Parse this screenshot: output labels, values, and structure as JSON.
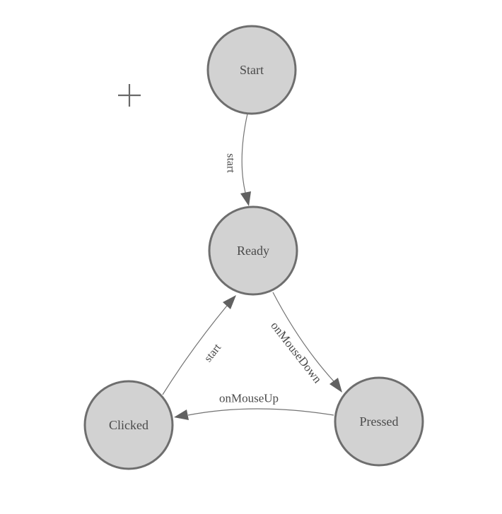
{
  "diagram": {
    "kind": "state-machine-diagram",
    "colors": {
      "background": "#ffffff",
      "node_fill": "#d2d2d2",
      "node_border": "#6e6e6e",
      "edge_line": "#737373",
      "arrowhead": "#616161",
      "label_text": "#4a4a4a",
      "crosshair": "#696969"
    },
    "nodes": [
      {
        "id": "start",
        "label": "Start"
      },
      {
        "id": "ready",
        "label": "Ready"
      },
      {
        "id": "clicked",
        "label": "Clicked"
      },
      {
        "id": "pressed",
        "label": "Pressed"
      }
    ],
    "edges": [
      {
        "from": "Start",
        "to": "Ready",
        "label": "start"
      },
      {
        "from": "Ready",
        "to": "Pressed",
        "label": "onMouseDown"
      },
      {
        "from": "Pressed",
        "to": "Clicked",
        "label": "onMouseUp"
      },
      {
        "from": "Clicked",
        "to": "Ready",
        "label": "start"
      }
    ],
    "icons": [
      {
        "name": "crosshair-plus-icon"
      }
    ]
  }
}
